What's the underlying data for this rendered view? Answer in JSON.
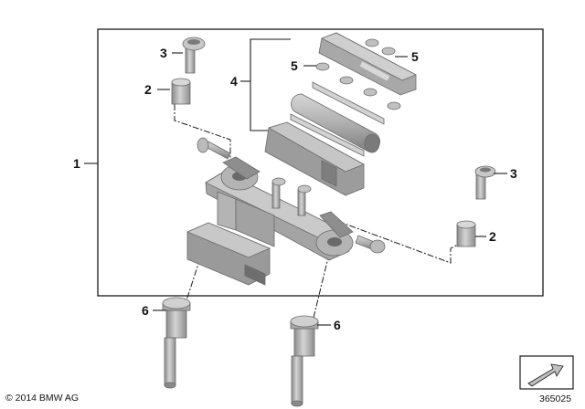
{
  "callouts": {
    "c1": "1",
    "c2a": "2",
    "c2b": "2",
    "c3a": "3",
    "c3b": "3",
    "c4": "4",
    "c5a": "5",
    "c5b": "5",
    "c6a": "6",
    "c6b": "6"
  },
  "footer": {
    "copyright": "© 2014 BMW AG",
    "image_code": "365025"
  },
  "icons": {
    "reference_arrow": "arrow-icon"
  },
  "colors": {
    "part_fill": "#b8b8b8",
    "part_shade": "#8c8c8c",
    "part_light": "#d8d8d8",
    "line": "#1a1a1a"
  }
}
